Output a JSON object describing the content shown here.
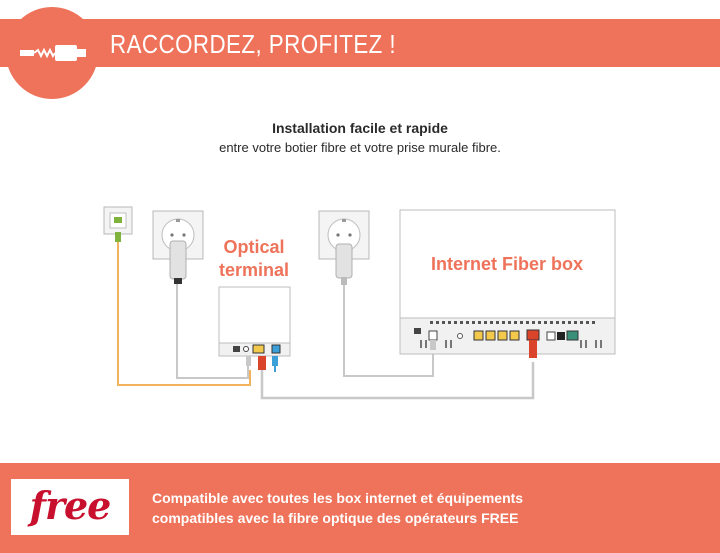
{
  "header": {
    "title": "RACCORDEZ, PROFITEZ !",
    "icon": "fiber-cable-icon"
  },
  "intro": {
    "title": "Installation facile et rapide",
    "subtitle": "entre votre botier fibre et votre prise murale fibre."
  },
  "diagram": {
    "labels": {
      "optical_terminal_line1": "Optical",
      "optical_terminal_line2": "terminal",
      "internet_box": "Internet Fiber box"
    }
  },
  "footer": {
    "logo_text": "free",
    "line1": "Compatible avec toutes les box internet et équipements",
    "line2": "compatibles avec la fibre optique des opérateurs FREE"
  },
  "colors": {
    "accent": "#ee735a",
    "fiber_cable": "#f2b35c",
    "fiber_connector": "#7fb33d",
    "ethernet": "#d9442b",
    "phone_jack": "#3b9fd8",
    "cable_grey": "#c8c8c8",
    "logo_red": "#c8102e"
  }
}
